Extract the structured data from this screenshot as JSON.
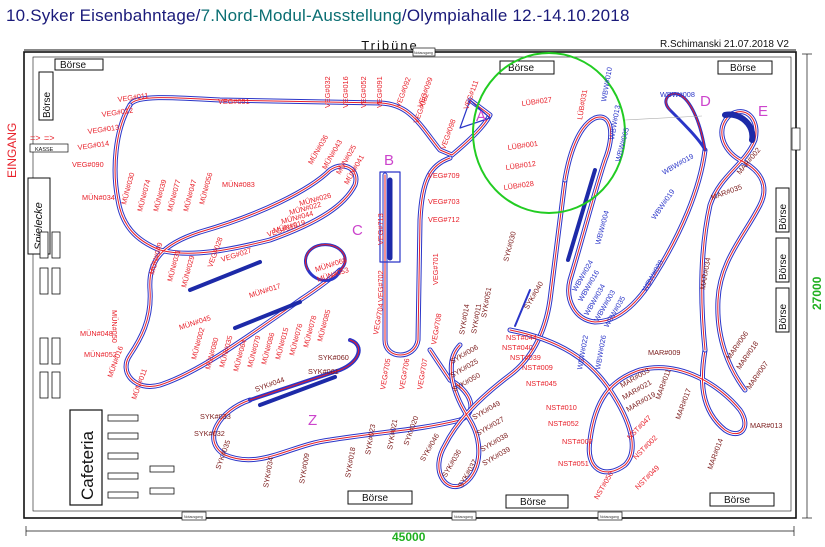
{
  "header": {
    "title_part1": "10.Syker Eisenbahntage/",
    "title_part2": "7.Nord-Modul-Ausstellung",
    "title_part3": "/Olympiahalle 12.-14.10.2018",
    "tribune": "Tribüne",
    "author": "R.Schimanski  21.07.2018  V2"
  },
  "hall": {
    "entrance": "EINGANG",
    "entrance_arrow": "=>",
    "cashier": "KASSE",
    "play_corner": "Spielecke",
    "cafeteria": "Cafeteria",
    "width_dim": "45000",
    "height_dim": "27000"
  },
  "stands": [
    {
      "id": "boerse-top-left",
      "label": "Börse"
    },
    {
      "id": "boerse-left-vertical",
      "label": "Börse"
    },
    {
      "id": "boerse-top-center",
      "label": "Börse"
    },
    {
      "id": "boerse-top-right",
      "label": "Börse"
    },
    {
      "id": "boerse-right-1",
      "label": "Börse"
    },
    {
      "id": "boerse-right-2",
      "label": "Börse"
    },
    {
      "id": "boerse-right-3",
      "label": "Börse"
    },
    {
      "id": "boerse-bottom-1",
      "label": "Börse"
    },
    {
      "id": "boerse-bottom-2",
      "label": "Börse"
    },
    {
      "id": "boerse-bottom-3",
      "label": "Börse"
    }
  ],
  "colors": {
    "red": "#e8202a",
    "blue": "#2a35c8",
    "green": "#22cc22",
    "magenta": "#cc44cc",
    "dim_green": "#20b020"
  },
  "zones": [
    "A",
    "B",
    "C",
    "D",
    "E",
    "Z"
  ],
  "modules": {
    "veg_top": [
      "VEG#011",
      "VEG#012",
      "VEG#013",
      "VEG#014",
      "VEG#090",
      "VEG#051",
      "VEG#032",
      "VEG#016",
      "VEG#052",
      "VEG#091",
      "VEG#092",
      "VEG#099",
      "VEG#082",
      "VEG#098",
      "VEG#111"
    ],
    "veg_mid": [
      "VEG#709",
      "VEG#703",
      "VEG#712",
      "VEG#713",
      "VEG#701",
      "VEG#702",
      "VEG#704",
      "VEG#705",
      "VEG#706",
      "VEG#707",
      "VEG#708",
      "VEG#027",
      "VEG#015",
      "VEG#028"
    ],
    "mun": [
      "MÜN#083",
      "MÜN#036",
      "MÜN#043",
      "MÜN#025",
      "MÜN#041",
      "MÜN#026",
      "MÜN#022",
      "MÜN#044",
      "MÜN#019",
      "MÜN#034",
      "MÜN#030",
      "MÜN#074",
      "MÜN#039",
      "MÜN#077",
      "MÜN#047",
      "MÜN#056",
      "MÜN#049",
      "MÜN#031",
      "MÜN#029",
      "MÜN#050",
      "MÜN#048",
      "MÜN#052",
      "MÜN#016",
      "MÜN#011",
      "MÜN#017",
      "MÜN#045",
      "MÜN#068",
      "MÜN#053",
      "MÜN#080",
      "MÜN#035",
      "MÜN#064",
      "MÜN#079",
      "MÜN#086",
      "MÜN#015",
      "MÜN#076",
      "MÜN#078",
      "MÜN#085",
      "MÜN#002"
    ],
    "syk": [
      "SYK#030",
      "SYK#040",
      "SYK#014",
      "SYK#051",
      "SYK#011",
      "SYK#060",
      "SYK#061",
      "SYK#044",
      "SYK#033",
      "SYK#032",
      "SYK#035",
      "SYK#034",
      "SYK#009",
      "SYK#018",
      "SYK#023",
      "SYK#021",
      "SYK#020",
      "SYK#046",
      "SYK#036",
      "SYK#037",
      "SYK#039",
      "SYK#038",
      "SYK#027",
      "SYK#049",
      "SYK#050",
      "SYK#025",
      "SYK#006"
    ],
    "lub": [
      "LÜB#027",
      "LÜB#031",
      "LÜB#001",
      "LÜB#012",
      "LÜB#028"
    ],
    "wbw": [
      "WBW#010",
      "WBW#013",
      "WBW#005",
      "WBW#008",
      "WBW#019",
      "WBW#004",
      "WBW#024",
      "WBW#016",
      "WBW#034",
      "WBW#003",
      "WBW#035",
      "WBW#028",
      "WBW#022",
      "WBW#026"
    ],
    "mar": [
      "MAR#002",
      "MAR#035",
      "MAR#034",
      "MAR#009",
      "MAR#006",
      "MAR#018",
      "MAR#007",
      "MAR#003",
      "MAR#021",
      "MAR#019",
      "MAR#011",
      "MAR#017",
      "MAR#014",
      "MAR#013"
    ],
    "nst": [
      "NST#044",
      "NST#040",
      "NST#039",
      "NST#009",
      "NST#045",
      "NST#010",
      "NST#052",
      "NST#007",
      "NST#047",
      "NST#002",
      "NST#049",
      "NST#051",
      "NST#050"
    ]
  },
  "small_labels": {
    "notausgang": "Notausgang"
  }
}
